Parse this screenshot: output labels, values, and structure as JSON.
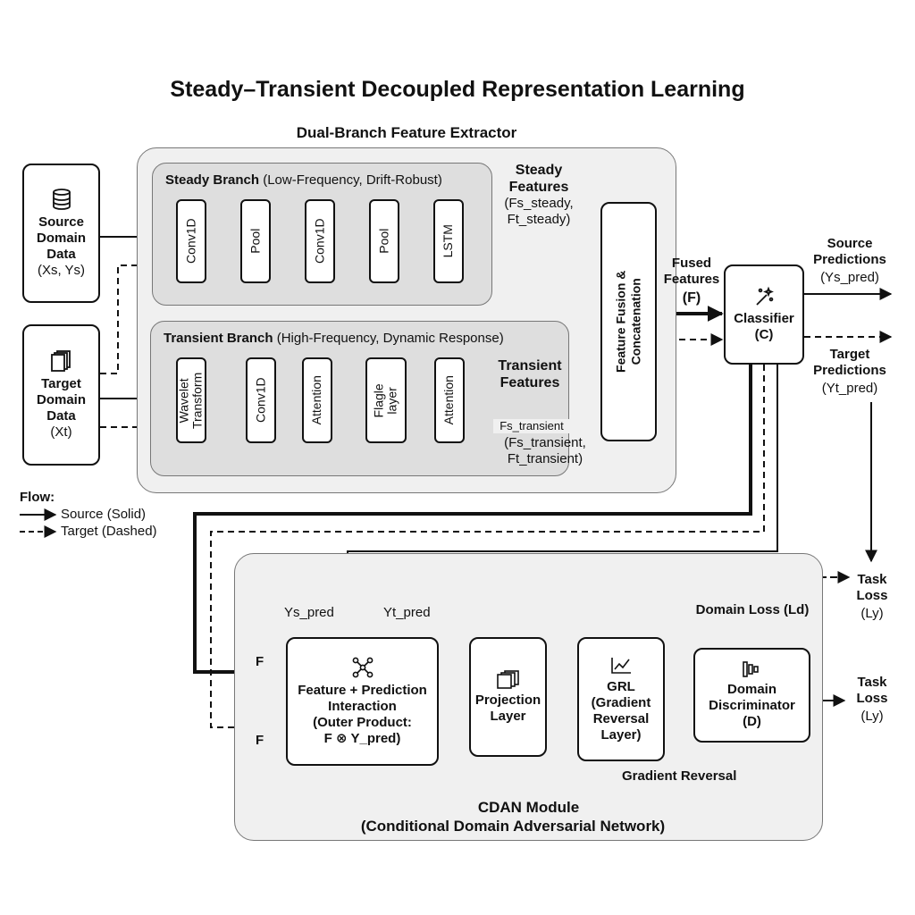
{
  "title": "Steady–Transient Decoupled Representation Learning",
  "extractor": {
    "title": "Dual-Branch Feature Extractor"
  },
  "steady_branch": {
    "title_bold": "Steady Branch",
    "title_rest": " (Low-Frequency, Drift-Robust)",
    "blocks": [
      "Conv1D",
      "Pool",
      "Conv1D",
      "Pool",
      "LSTM"
    ],
    "features_title": "Steady\nFeatures",
    "features_sub": "(Fs_steady,\nFt_steady)"
  },
  "transient_branch": {
    "title_bold": "Transient Branch",
    "title_rest": " (High-Frequency, Dynamic Response)",
    "blocks": [
      "Wavelet\nTransform",
      "Conv1D",
      "Attention",
      "Flagle\nlayer",
      "Attention"
    ],
    "features_title": "Transient\nFeatures",
    "inline_label": "Fs_transient",
    "features_sub": "(Fs_transient,\nFt_transient)"
  },
  "source_data": {
    "label": "Source\nDomain\nData",
    "sub": "(Xs, Ys)",
    "icon": "database-icon"
  },
  "target_data": {
    "label": "Target\nDomain\nData",
    "sub": "(Xt)",
    "icon": "documents-icon"
  },
  "fusion": {
    "label": "Feature Fusion &\nConcatenation"
  },
  "fused_features": {
    "label": "Fused\nFeatures",
    "sub": "(F)"
  },
  "classifier": {
    "label": "Classifier",
    "sub": "(C)",
    "icon": "wand-icon"
  },
  "source_predictions": {
    "label": "Source\nPredictions",
    "sub": "(Ys_pred)"
  },
  "target_predictions": {
    "label": "Target\nPredictions",
    "sub": "(Yt_pred)"
  },
  "task_loss_top": {
    "label": "Task\nLoss",
    "sub": "(Ly)"
  },
  "task_loss_bottom": {
    "label": "Task\nLoss",
    "sub": "(Ly)"
  },
  "legend": {
    "title": "Flow:",
    "source": "Source (Solid)",
    "target": "Target (Dashed)"
  },
  "cdan": {
    "title": "CDAN Module",
    "subtitle": "(Conditional Domain Adversarial Network)",
    "ys_label": "Ys_pred",
    "yt_label": "Yt_pred",
    "f_label_top": "F",
    "f_label_bottom": "F",
    "interaction": {
      "label": "Feature + Prediction\nInteraction\n(Outer Product:\nF ⊗ Y_pred)",
      "icon": "network-icon"
    },
    "projection": {
      "label": "Projection\nLayer",
      "icon": "layers-icon"
    },
    "grl": {
      "label": "GRL\n(Gradient\nReversal\nLayer)",
      "icon": "chart-icon"
    },
    "discriminator": {
      "label": "Domain\nDiscriminator\n(D)",
      "icon": "funnel-icon"
    },
    "domain_loss": "Domain Loss (Ld)",
    "gradient_reversal": "Gradient Reversal"
  },
  "colors": {
    "line": "#111111",
    "panel": "#f0f0f0",
    "subpanel": "#dedede",
    "border": "#777777"
  }
}
